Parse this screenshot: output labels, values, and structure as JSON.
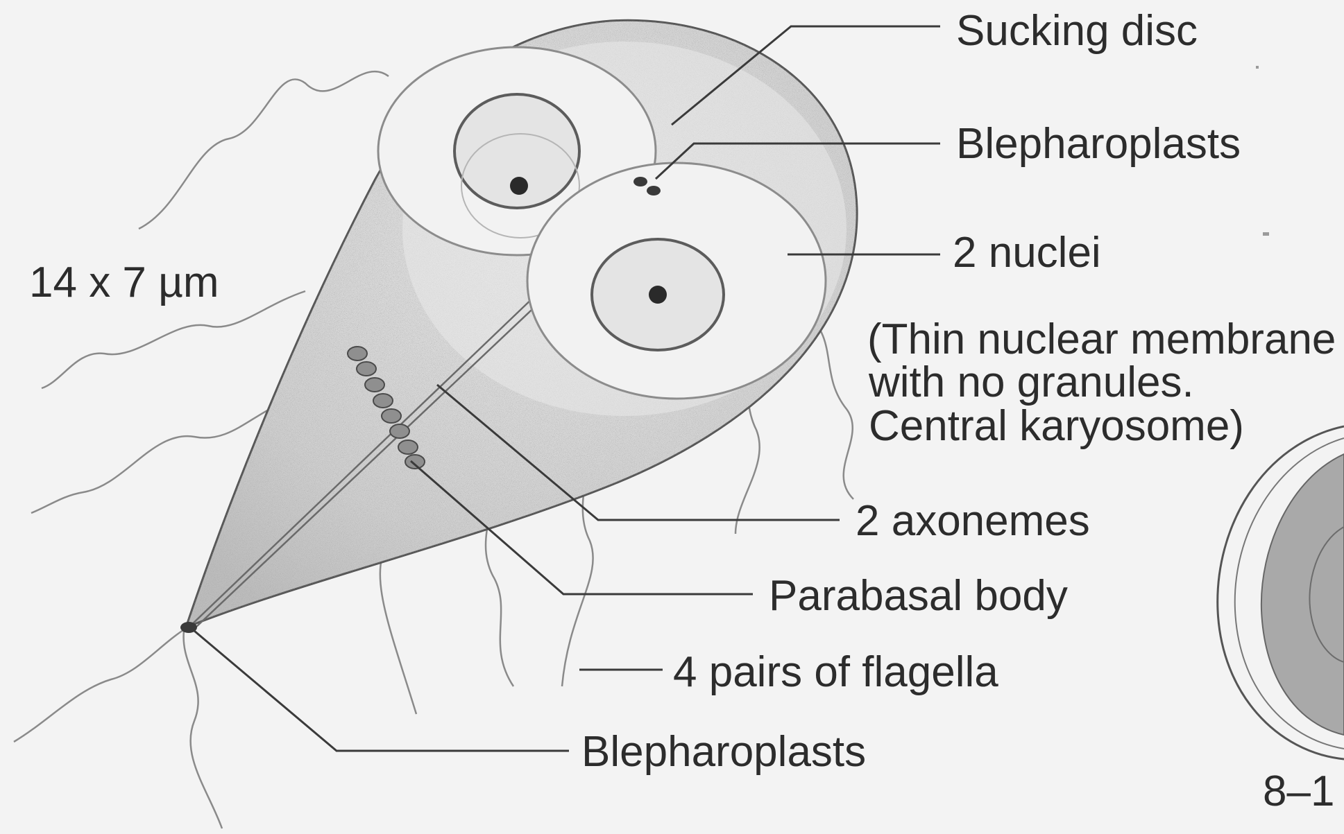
{
  "diagram": {
    "size_label": "14 x 7 µm",
    "labels": {
      "sucking_disc": "Sucking disc",
      "blepharoplasts_top": "Blepharoplasts",
      "nuclei": "2 nuclei",
      "nuclei_note_line1": "(Thin nuclear membrane",
      "nuclei_note_line2": "with no granules.",
      "nuclei_note_line3": "Central karyosome)",
      "axonemes": "2 axonemes",
      "parabasal_body": "Parabasal body",
      "flagella": "4 pairs of flagella",
      "blepharoplasts_bottom": "Blepharoplasts"
    },
    "cyst_label": "8–1"
  },
  "colors": {
    "background": "#f3f3f3",
    "line": "#3a3a3a",
    "body_fill": "#d6d6d6",
    "text": "#2c2c2c"
  }
}
